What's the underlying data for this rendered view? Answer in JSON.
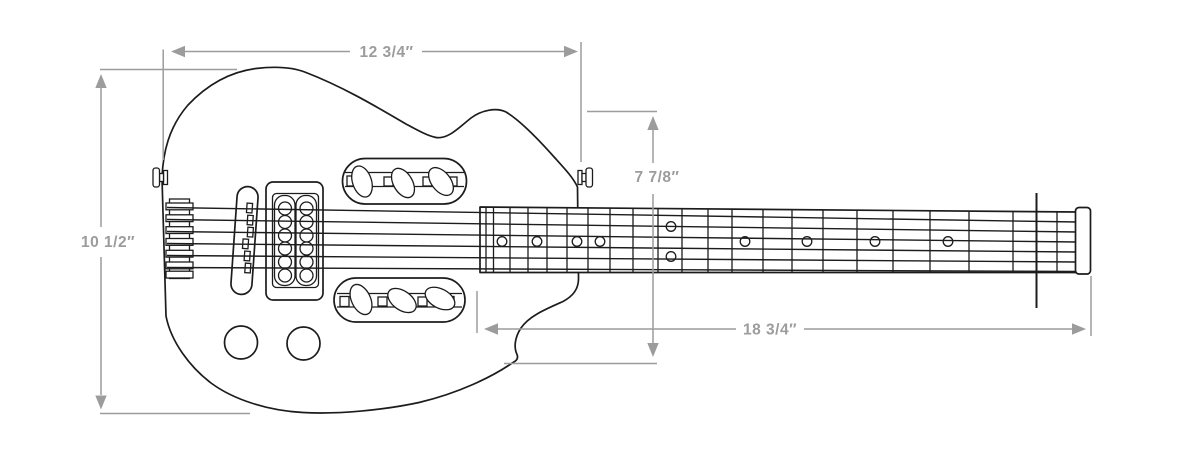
{
  "figure": {
    "title": "Travel electric guitar technical outline drawing with dimension callouts",
    "background_color": "#ffffff",
    "outline_color": "#1c1c1c",
    "dimension_color": "#9c9c9c"
  },
  "dimensions": {
    "body_length": {
      "label": "12 3/4″",
      "orientation": "horizontal",
      "measures": "body length (top)"
    },
    "body_height": {
      "label": "10 1/2″",
      "orientation": "vertical",
      "measures": "body height (left)"
    },
    "lower_bout": {
      "label": "7 7/8″",
      "orientation": "vertical",
      "measures": "lower bout depth (center)"
    },
    "neck_length": {
      "label": "18 3/4″",
      "orientation": "horizontal",
      "measures": "neck length (bottom)"
    }
  },
  "parts": [
    "guitar-body",
    "string-anchor-block",
    "slanted-bridge",
    "humbucker-pickup",
    "upper-tuner-cutout",
    "lower-tuner-cutout",
    "volume-knob",
    "tone-knob",
    "strap-button-left",
    "strap-button-right",
    "fretboard",
    "fret-markers",
    "strings",
    "nut-line",
    "headpiece"
  ]
}
